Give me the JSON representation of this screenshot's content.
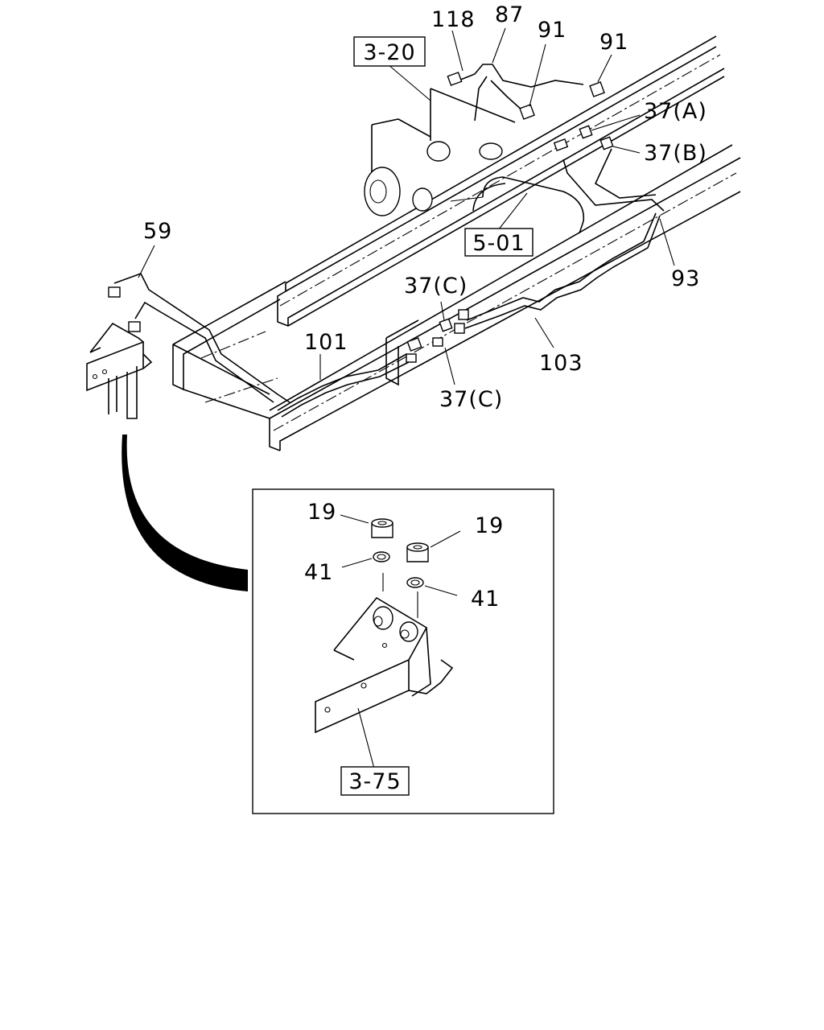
{
  "diagram": {
    "callouts": {
      "c118": "118",
      "c87": "87",
      "c91a": "91",
      "c91b": "91",
      "c37a": "37(A)",
      "c37b": "37(B)",
      "c59": "59",
      "c93": "93",
      "c37c_top": "37(C)",
      "c101": "101",
      "c103": "103",
      "c37c_bot": "37(C)",
      "c19a": "19",
      "c19b": "19",
      "c41a": "41",
      "c41b": "41"
    },
    "references": {
      "r320": "3-20",
      "r501": "5-01",
      "r375": "3-75"
    }
  }
}
